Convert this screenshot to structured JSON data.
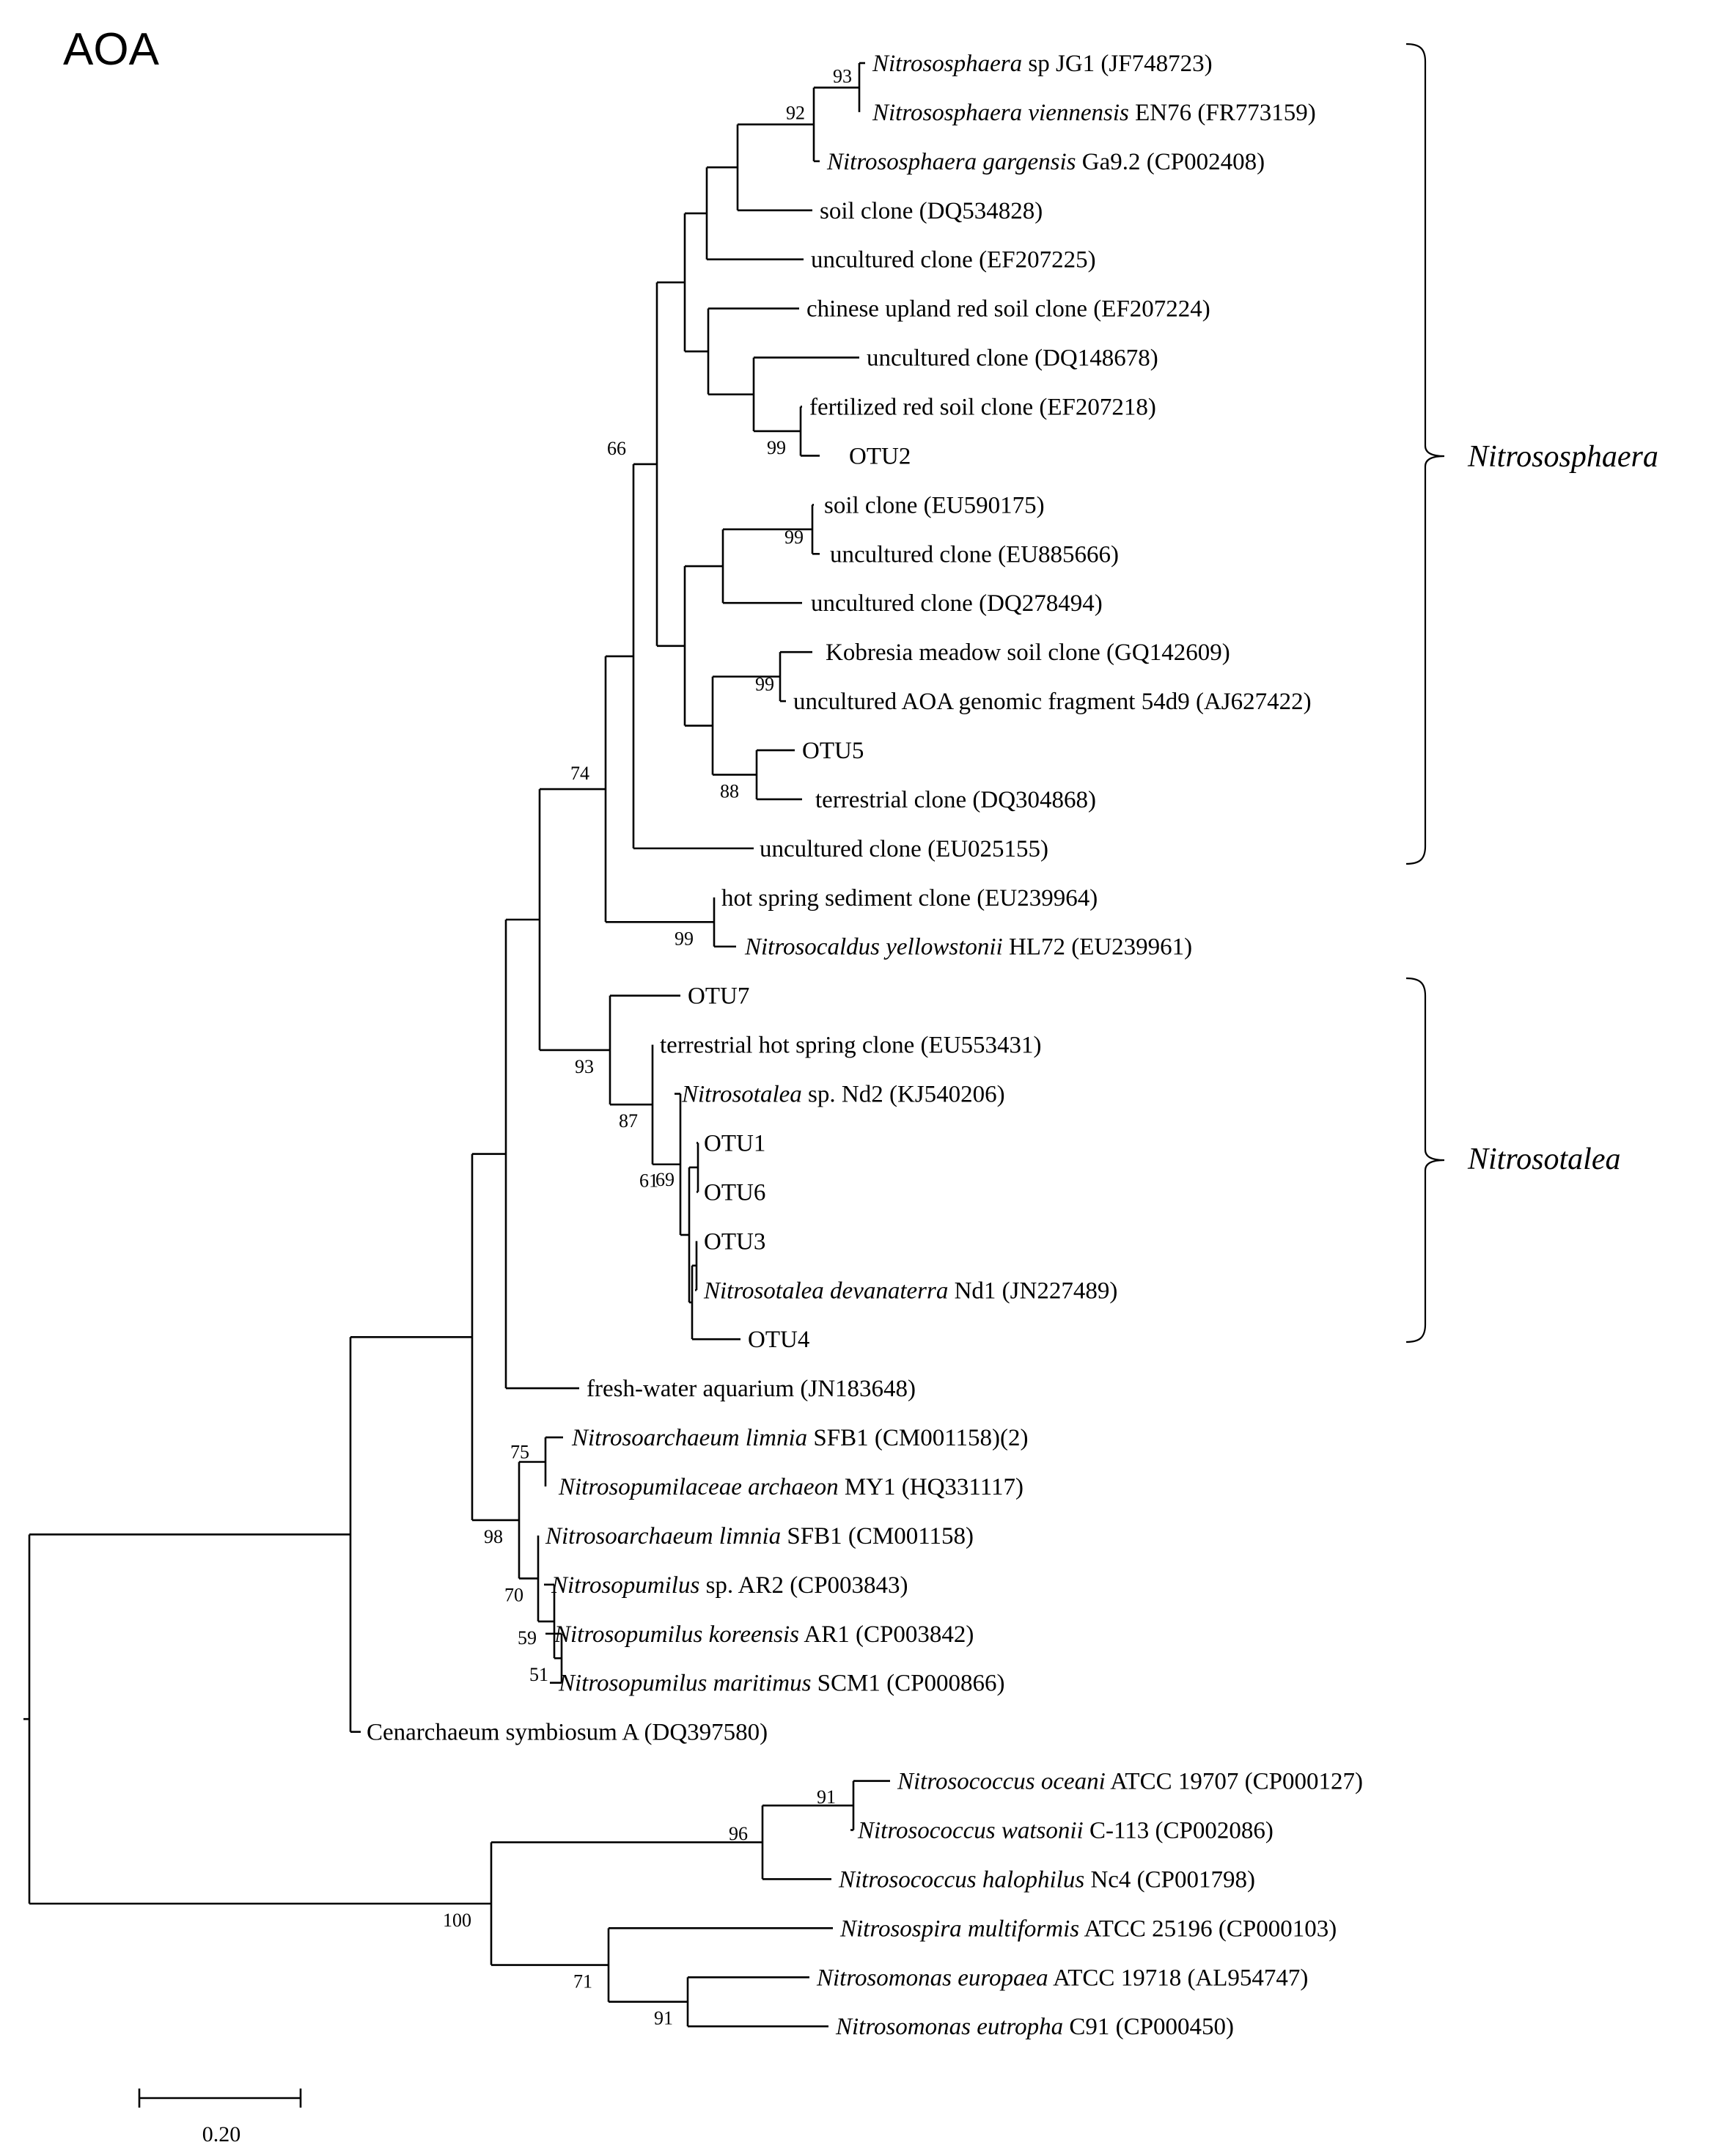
{
  "heading": "AOA",
  "scale_bar_label": "0.20",
  "clades": [
    {
      "name": "Nitrososphaera"
    },
    {
      "name": "Nitrosotalea"
    }
  ],
  "leaves": [
    {
      "id": "jg1",
      "parts": [
        {
          "t": "Nitrososphaera",
          "i": true
        },
        {
          "t": " sp JG1 (JF748723)"
        }
      ]
    },
    {
      "id": "en76",
      "parts": [
        {
          "t": "Nitrososphaera viennensis",
          "i": true
        },
        {
          "t": " EN76 (FR773159)"
        }
      ]
    },
    {
      "id": "ga92",
      "parts": [
        {
          "t": "Nitrososphaera gargensis",
          "i": true
        },
        {
          "t": " Ga9.2 (CP002408)"
        }
      ]
    },
    {
      "id": "dq534828",
      "parts": [
        {
          "t": "soil clone (DQ534828)"
        }
      ]
    },
    {
      "id": "ef207225",
      "parts": [
        {
          "t": "uncultured clone (EF207225)"
        }
      ]
    },
    {
      "id": "ef207224",
      "parts": [
        {
          "t": "chinese upland red soil clone (EF207224)"
        }
      ]
    },
    {
      "id": "dq148678",
      "parts": [
        {
          "t": "uncultured clone (DQ148678)"
        }
      ]
    },
    {
      "id": "ef207218",
      "parts": [
        {
          "t": "fertilized red soil clone (EF207218)"
        }
      ]
    },
    {
      "id": "otu2",
      "parts": [
        {
          "t": "OTU2"
        }
      ]
    },
    {
      "id": "eu590175",
      "parts": [
        {
          "t": "soil clone (EU590175)"
        }
      ]
    },
    {
      "id": "eu885666",
      "parts": [
        {
          "t": "uncultured clone (EU885666)"
        }
      ]
    },
    {
      "id": "dq278494",
      "parts": [
        {
          "t": "uncultured clone (DQ278494)"
        }
      ]
    },
    {
      "id": "gq142609",
      "parts": [
        {
          "t": "Kobresia meadow soil clone (GQ142609)"
        }
      ]
    },
    {
      "id": "aj627422",
      "parts": [
        {
          "t": "uncultured AOA genomic fragment 54d9 (AJ627422)"
        }
      ]
    },
    {
      "id": "otu5",
      "parts": [
        {
          "t": "OTU5"
        }
      ]
    },
    {
      "id": "dq304868",
      "parts": [
        {
          "t": "terrestrial clone (DQ304868)"
        }
      ]
    },
    {
      "id": "eu025155",
      "parts": [
        {
          "t": "uncultured clone (EU025155)"
        }
      ]
    },
    {
      "id": "eu239964",
      "parts": [
        {
          "t": "hot spring sediment clone (EU239964)"
        }
      ]
    },
    {
      "id": "hl72",
      "parts": [
        {
          "t": "Nitrosocaldus yellowstonii",
          "i": true
        },
        {
          "t": " HL72 (EU239961)"
        }
      ]
    },
    {
      "id": "otu7",
      "parts": [
        {
          "t": "OTU7"
        }
      ]
    },
    {
      "id": "eu553431",
      "parts": [
        {
          "t": "terrestrial hot spring clone (EU553431)"
        }
      ]
    },
    {
      "id": "nd2",
      "parts": [
        {
          "t": "Nitrosotalea",
          "i": true
        },
        {
          "t": " sp. Nd2 (KJ540206)"
        }
      ]
    },
    {
      "id": "otu1",
      "parts": [
        {
          "t": "OTU1"
        }
      ]
    },
    {
      "id": "otu6",
      "parts": [
        {
          "t": "OTU6"
        }
      ]
    },
    {
      "id": "otu3",
      "parts": [
        {
          "t": "OTU3"
        }
      ]
    },
    {
      "id": "nd1",
      "parts": [
        {
          "t": "Nitrosotalea devanaterra",
          "i": true
        },
        {
          "t": " Nd1 (JN227489)"
        }
      ]
    },
    {
      "id": "otu4",
      "parts": [
        {
          "t": "OTU4"
        }
      ]
    },
    {
      "id": "jn183648",
      "parts": [
        {
          "t": "fresh-water aquarium (JN183648)"
        }
      ]
    },
    {
      "id": "sfb1b",
      "parts": [
        {
          "t": "Nitrosoarchaeum limnia",
          "i": true
        },
        {
          "t": " SFB1 (CM001158)(2)"
        }
      ]
    },
    {
      "id": "my1",
      "parts": [
        {
          "t": "Nitrosopumilaceae archaeon",
          "i": true
        },
        {
          "t": " MY1 (HQ331117)"
        }
      ]
    },
    {
      "id": "sfb1",
      "parts": [
        {
          "t": "Nitrosoarchaeum limnia",
          "i": true
        },
        {
          "t": " SFB1 (CM001158)"
        }
      ]
    },
    {
      "id": "ar2",
      "parts": [
        {
          "t": "Nitrosopumilus",
          "i": true
        },
        {
          "t": " sp. AR2 (CP003843)"
        }
      ]
    },
    {
      "id": "ar1",
      "parts": [
        {
          "t": "Nitrosopumilus koreensis",
          "i": true
        },
        {
          "t": " AR1 (CP003842)"
        }
      ]
    },
    {
      "id": "scm1",
      "parts": [
        {
          "t": "Nitrosopumilus maritimus",
          "i": true
        },
        {
          "t": " SCM1 (CP000866)"
        }
      ]
    },
    {
      "id": "cenarch",
      "parts": [
        {
          "t": "Cenarchaeum symbiosum A (DQ397580)"
        }
      ]
    },
    {
      "id": "oceani",
      "parts": [
        {
          "t": "Nitrosococcus oceani",
          "i": true
        },
        {
          "t": " ATCC 19707 (CP000127)"
        }
      ]
    },
    {
      "id": "watsonii",
      "parts": [
        {
          "t": "Nitrosococcus watsonii",
          "i": true
        },
        {
          "t": " C-113 (CP002086)"
        }
      ]
    },
    {
      "id": "halophilus",
      "parts": [
        {
          "t": "Nitrosococcus halophilus",
          "i": true
        },
        {
          "t": " Nc4 (CP001798)"
        }
      ]
    },
    {
      "id": "multiformis",
      "parts": [
        {
          "t": "Nitrosospira multiformis",
          "i": true
        },
        {
          "t": " ATCC 25196 (CP000103)"
        }
      ]
    },
    {
      "id": "europaea",
      "parts": [
        {
          "t": "Nitrosomonas europaea",
          "i": true
        },
        {
          "t": " ATCC 19718 (AL954747)"
        }
      ]
    },
    {
      "id": "eutropha",
      "parts": [
        {
          "t": "Nitrosomonas eutropha",
          "i": true
        },
        {
          "t": " C91 (CP000450)"
        }
      ]
    }
  ],
  "bootstrap_values": [
    {
      "node": "n_jg1_en76",
      "value": "93"
    },
    {
      "node": "n_jg1_ga92",
      "value": "92"
    },
    {
      "node": "n_ef_otu2",
      "value": "99"
    },
    {
      "node": "n_eu590175",
      "value": "99"
    },
    {
      "node": "n_gq",
      "value": "99"
    },
    {
      "node": "n_otu5",
      "value": "88"
    },
    {
      "node": "n_core",
      "value": "66"
    },
    {
      "node": "n_hotspring",
      "value": "99"
    },
    {
      "node": "n_upper",
      "value": "74"
    },
    {
      "node": "n_talea",
      "value": "93"
    },
    {
      "node": "n_talea_inner",
      "value": "87"
    },
    {
      "node": "n_otu1_6",
      "value": "69"
    },
    {
      "node": "n_otu_group",
      "value": "61"
    },
    {
      "node": "n_sfb1b_my1",
      "value": "75"
    },
    {
      "node": "n_pumilus",
      "value": "98"
    },
    {
      "node": "n_pum_inner",
      "value": "70"
    },
    {
      "node": "n_ar1_scm1_ar2",
      "value": "59"
    },
    {
      "node": "n_ar1_scm1",
      "value": "51"
    },
    {
      "node": "n_bac",
      "value": "100"
    },
    {
      "node": "n_coccus",
      "value": "96"
    },
    {
      "node": "n_oceani",
      "value": "91"
    },
    {
      "node": "n_beta",
      "value": "71"
    },
    {
      "node": "n_monas",
      "value": "91"
    }
  ]
}
